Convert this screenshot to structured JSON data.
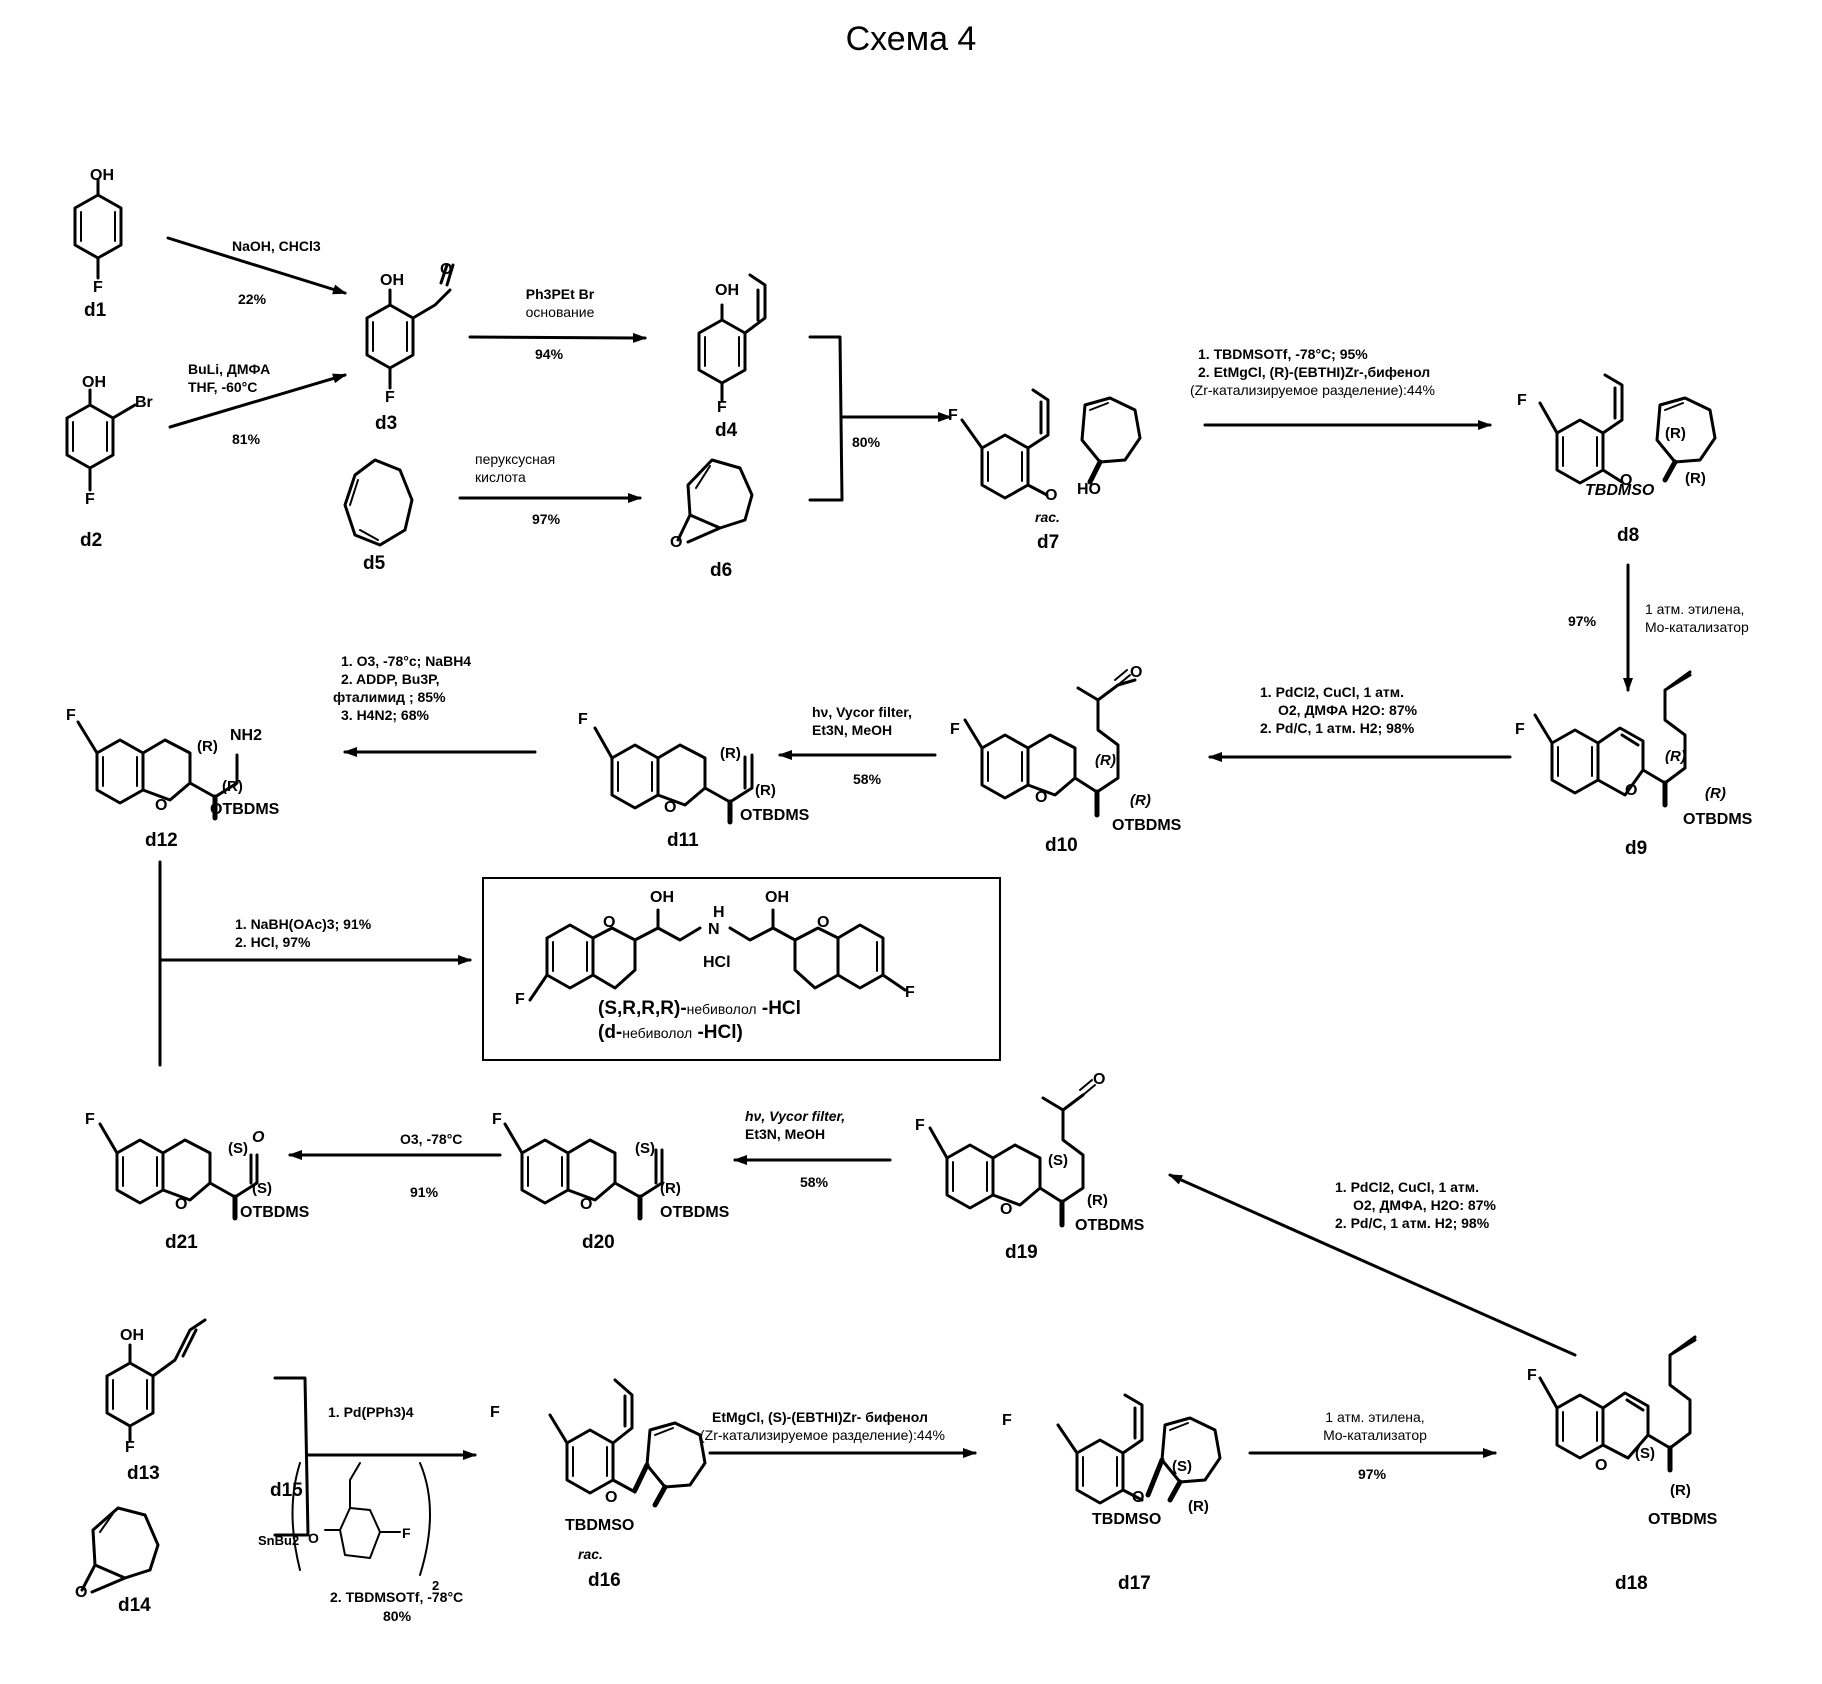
{
  "title": "Схема 4",
  "compounds": {
    "d1": {
      "label": "d1",
      "atoms": [
        "OH",
        "F"
      ]
    },
    "d2": {
      "label": "d2",
      "atoms": [
        "OH",
        "Br",
        "F"
      ]
    },
    "d3": {
      "label": "d3",
      "atoms": [
        "OH",
        "O",
        "F"
      ]
    },
    "d4": {
      "label": "d4",
      "atoms": [
        "OH",
        "F"
      ]
    },
    "d5": {
      "label": "d5"
    },
    "d6": {
      "label": "d6",
      "atoms": [
        "O"
      ]
    },
    "d7": {
      "label": "d7",
      "note": "rac.",
      "atoms": [
        "F",
        "O",
        "HO"
      ]
    },
    "d8": {
      "label": "d8",
      "atoms": [
        "F",
        "O",
        "TBDMSO"
      ],
      "stereo": [
        "(R)",
        "(R)"
      ]
    },
    "d9": {
      "label": "d9",
      "atoms": [
        "F",
        "O",
        "OTBDMS"
      ],
      "stereo": [
        "(R)",
        "(R)"
      ]
    },
    "d10": {
      "label": "d10",
      "atoms": [
        "F",
        "O",
        "O",
        "OTBDMS"
      ],
      "stereo": [
        "(R)",
        "(R)"
      ]
    },
    "d11": {
      "label": "d11",
      "atoms": [
        "F",
        "O",
        "OTBDMS"
      ],
      "stereo": [
        "(R)",
        "(R)"
      ]
    },
    "d12": {
      "label": "d12",
      "atoms": [
        "F",
        "O",
        "NH2",
        "OTBDMS"
      ],
      "stereo": [
        "(R)",
        "(R)"
      ]
    },
    "d13": {
      "label": "d13",
      "atoms": [
        "OH",
        "F"
      ]
    },
    "d14": {
      "label": "d14",
      "atoms": [
        "O"
      ]
    },
    "d15": {
      "label": "d15",
      "atoms": [
        "SnBu2",
        "O",
        "F",
        "2"
      ]
    },
    "d16": {
      "label": "d16",
      "note": "rac.",
      "atoms": [
        "F",
        "O",
        "TBDMSO"
      ]
    },
    "d17": {
      "label": "d17",
      "atoms": [
        "F",
        "O",
        "TBDMSO"
      ],
      "stereo": [
        "(S)",
        "(R)"
      ]
    },
    "d18": {
      "label": "d18",
      "atoms": [
        "F",
        "O",
        "OTBDMS"
      ],
      "stereo": [
        "(S)",
        "(R)"
      ]
    },
    "d19": {
      "label": "d19",
      "atoms": [
        "F",
        "O",
        "O",
        "OTBDMS"
      ],
      "stereo": [
        "(S)",
        "(R)"
      ]
    },
    "d20": {
      "label": "d20",
      "atoms": [
        "F",
        "O",
        "OTBDMS"
      ],
      "stereo": [
        "(S)",
        "(R)"
      ]
    },
    "d21": {
      "label": "d21",
      "atoms": [
        "F",
        "O",
        "O",
        "OTBDMS"
      ],
      "stereo": [
        "(S)",
        "(S)"
      ]
    }
  },
  "reactions": {
    "d1_d3": {
      "reagents": "NaOH, CHCl3",
      "yield": "22%"
    },
    "d2_d3": {
      "reagents_1": "BuLi, ДМФА",
      "reagents_2": "THF, -60°C",
      "yield": "81%"
    },
    "d3_d4": {
      "reagents_1": "Ph3PEt Br",
      "reagents_2": "основание",
      "yield": "94%"
    },
    "d5_d6": {
      "reagents_1": "перуксусная",
      "reagents_2": "кислота",
      "yield": "97%"
    },
    "d4d6_d7": {
      "yield": "80%"
    },
    "d7_d8": {
      "step_1": "1. TBDMSOTf, -78°C; 95%",
      "step_2": "2. EtMgCl, (R)-(EBTHI)Zr-,бифенол",
      "step_3": "(Zr-катализируемое разделение):44%"
    },
    "d8_d9": {
      "reagents_1": "1 атм. этилена,",
      "reagents_2": "Mo-катализатор",
      "yield": "97%"
    },
    "d9_d10": {
      "step_1": "1. PdCl2, CuCl, 1 атм.",
      "step_2": "O2, ДМФА  H2O: 87%",
      "step_3": "2. Pd/C, 1 атм. H2; 98%"
    },
    "d10_d11": {
      "reagents_1": "hν, Vycor filter,",
      "reagents_2": "Et3N, MeOH",
      "yield": "58%"
    },
    "d11_d12": {
      "step_1": "1. O3, -78°c; NaBH4",
      "step_2": "2. ADDP, Bu3P,",
      "step_3": "фталимид ; 85%",
      "step_4": "3. H4N2; 68%"
    },
    "d12d21_nebivolol": {
      "step_1": "1. NaBH(OAc)3; 91%",
      "step_2": "2. HCl, 97%"
    },
    "d20_d21": {
      "reagents": "O3, -78°C",
      "yield": "91%"
    },
    "d19_d20": {
      "reagents_1": "hν, Vycor filter,",
      "reagents_2": "Et3N, MeOH",
      "yield": "58%"
    },
    "d18_d19": {
      "step_1": "1. PdCl2, CuCl, 1 атм.",
      "step_2": "O2, ДМФА, H2O: 87%",
      "step_3": "2. Pd/C, 1 атм. H2; 98%"
    },
    "d13d14_d16": {
      "step_1": "1. Pd(PPh3)4",
      "step_2": "2. TBDMSOTf, -78°C",
      "yield": "80%"
    },
    "d16_d17": {
      "step_1": "EtMgCl, (S)-(EBTHI)Zr- бифенол",
      "step_2": "(Zr-катализируемое разделение):44%"
    },
    "d17_d18": {
      "reagents_1": "1 атм. этилена,",
      "reagents_2": "Mo-катализатор",
      "yield": "97%"
    }
  },
  "product": {
    "atoms": [
      "OH",
      "H",
      "N",
      "OH",
      "O",
      "O",
      "HCl",
      "F",
      "F"
    ],
    "name_1_bold": "(S,R,R,R)-",
    "name_1_small": "небиволол",
    "name_1_tail": " -HCl",
    "name_2_bold": "(d-",
    "name_2_small": "небиволол",
    "name_2_tail": " -HCl)"
  }
}
